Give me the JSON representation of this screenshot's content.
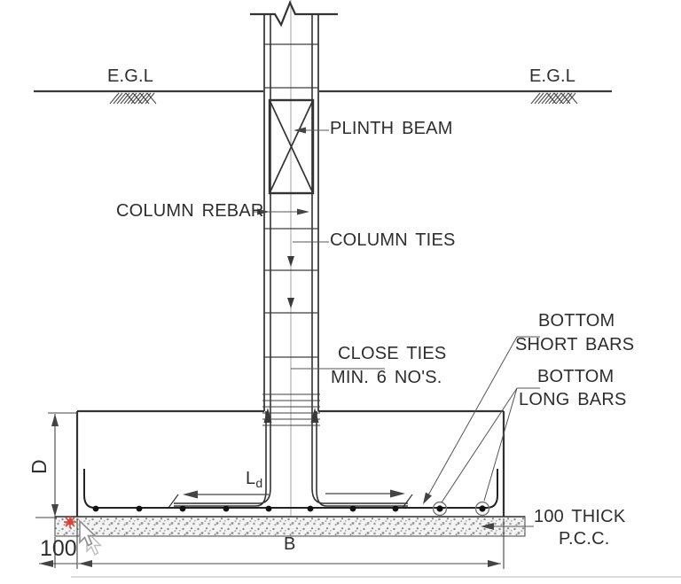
{
  "labels": {
    "egl_left": "E.G.L",
    "egl_right": "E.G.L",
    "plinth_beam": "PLINTH BEAM",
    "column_rebar": "COLUMN REBAR",
    "column_ties": "COLUMN TIES",
    "close_ties_line1": "CLOSE TIES",
    "close_ties_line2": "MIN. 6 NO'S.",
    "bottom_short_line1": "BOTTOM",
    "bottom_short_line2": "SHORT BARS",
    "bottom_long_line1": "BOTTOM",
    "bottom_long_line2": "LONG BARS",
    "pcc_line1": "100 THICK",
    "pcc_line2": "P.C.C."
  },
  "dimensions": {
    "depth": "D",
    "width": "B",
    "pcc_projection": "100",
    "dev_length_main": "L",
    "dev_length_sub": "d"
  },
  "colors": {
    "line": "#3a3a3a",
    "thin_line": "#555555",
    "center_line": "#9a9a9a",
    "marker_red": "#e0403a",
    "background": "#ffffff"
  }
}
